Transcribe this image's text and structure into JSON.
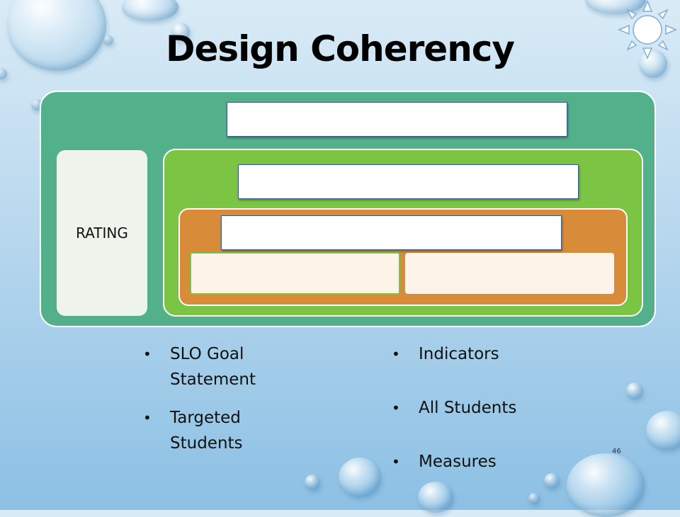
{
  "title": "Design Coherency",
  "rating_label": "RATING",
  "bullets_left": [
    "SLO Goal Statement",
    "Targeted Students"
  ],
  "bullets_right": [
    "Indicators",
    "All Students",
    "Measures"
  ],
  "page_number": "46",
  "colors": {
    "outer": "#52b18a",
    "middle": "#7cc444",
    "inner": "#d88c3a",
    "cream": "#fdf3e8"
  },
  "decorations": [
    "water-drops",
    "sun-icon"
  ]
}
